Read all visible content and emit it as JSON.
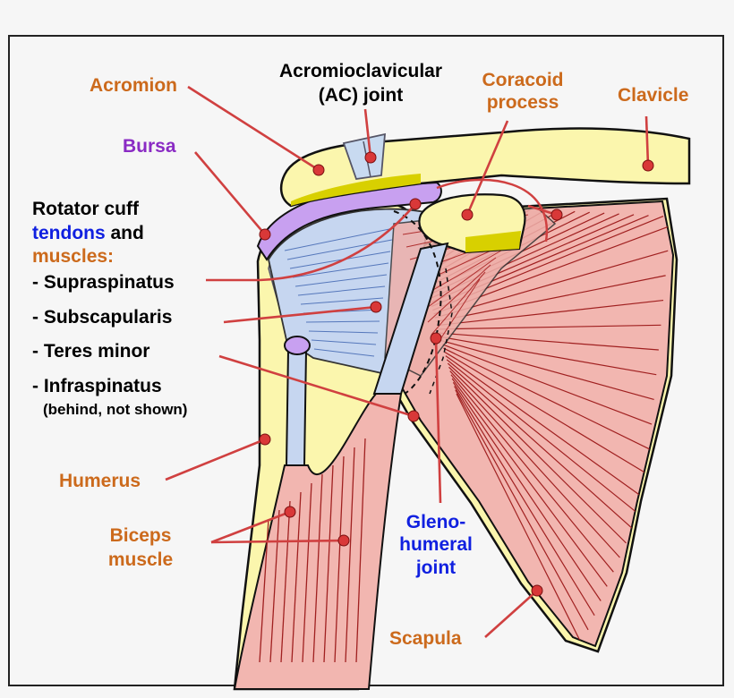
{
  "colors": {
    "orange_label": "#cc6a1c",
    "purple_label": "#8a2bc4",
    "blue_label": "#1020e0",
    "black_label": "#000000",
    "bone": "#fbf6ad",
    "bursa": "#c8a0f0",
    "muscle": "#f2b6b0",
    "muscle_line": "#a02020",
    "tendon": "#c6d6f0",
    "leader": "#d04040"
  },
  "labels": {
    "acromion": "Acromion",
    "ac_joint_line1": "Acromioclavicular",
    "ac_joint_line2": "(AC) joint",
    "coracoid_line1": "Coracoid",
    "coracoid_line2": "process",
    "clavicle": "Clavicle",
    "bursa": "Bursa",
    "rotator_line1": "Rotator cuff",
    "rotator_tendons": "tendons",
    "rotator_and": " and",
    "rotator_muscles": "muscles:",
    "supraspinatus": "- Supraspinatus",
    "subscapularis": "- Subscapularis",
    "teres_minor": "- Teres minor",
    "infraspinatus": "- Infraspinatus",
    "infraspinatus_note": "(behind, not shown)",
    "humerus": "Humerus",
    "biceps_line1": "Biceps",
    "biceps_line2": "muscle",
    "gleno_line1": "Gleno-",
    "gleno_line2": "humeral",
    "gleno_line3": "joint",
    "scapula": "Scapula"
  }
}
